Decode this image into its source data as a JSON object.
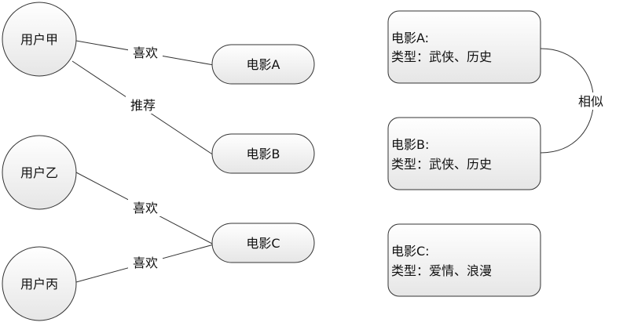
{
  "colors": {
    "node_fill_top": "#ffffff",
    "node_fill_bottom": "#e6e6e6",
    "stroke": "#333333",
    "text": "#111111"
  },
  "users": [
    {
      "id": "user-jia",
      "label": "用户甲"
    },
    {
      "id": "user-yi",
      "label": "用户乙"
    },
    {
      "id": "user-bing",
      "label": "用户丙"
    }
  ],
  "movies": [
    {
      "id": "movie-a",
      "label": "电影A"
    },
    {
      "id": "movie-b",
      "label": "电影B"
    },
    {
      "id": "movie-c",
      "label": "电影C"
    }
  ],
  "edges": [
    {
      "from": "user-jia",
      "to": "movie-a",
      "label": "喜欢"
    },
    {
      "from": "user-jia",
      "to": "movie-b",
      "label": "推荐"
    },
    {
      "from": "user-yi",
      "to": "movie-c",
      "label": "喜欢"
    },
    {
      "from": "user-bing",
      "to": "movie-c",
      "label": "喜欢"
    }
  ],
  "details": [
    {
      "id": "detail-a",
      "title": "电影A:",
      "type_line": "类型：武侠、历史"
    },
    {
      "id": "detail-b",
      "title": "电影B:",
      "type_line": "类型：武侠、历史"
    },
    {
      "id": "detail-c",
      "title": "电影C:",
      "type_line": "类型：爱情、浪漫"
    }
  ],
  "similarity": {
    "from": "detail-a",
    "to": "detail-b",
    "label": "相似"
  }
}
